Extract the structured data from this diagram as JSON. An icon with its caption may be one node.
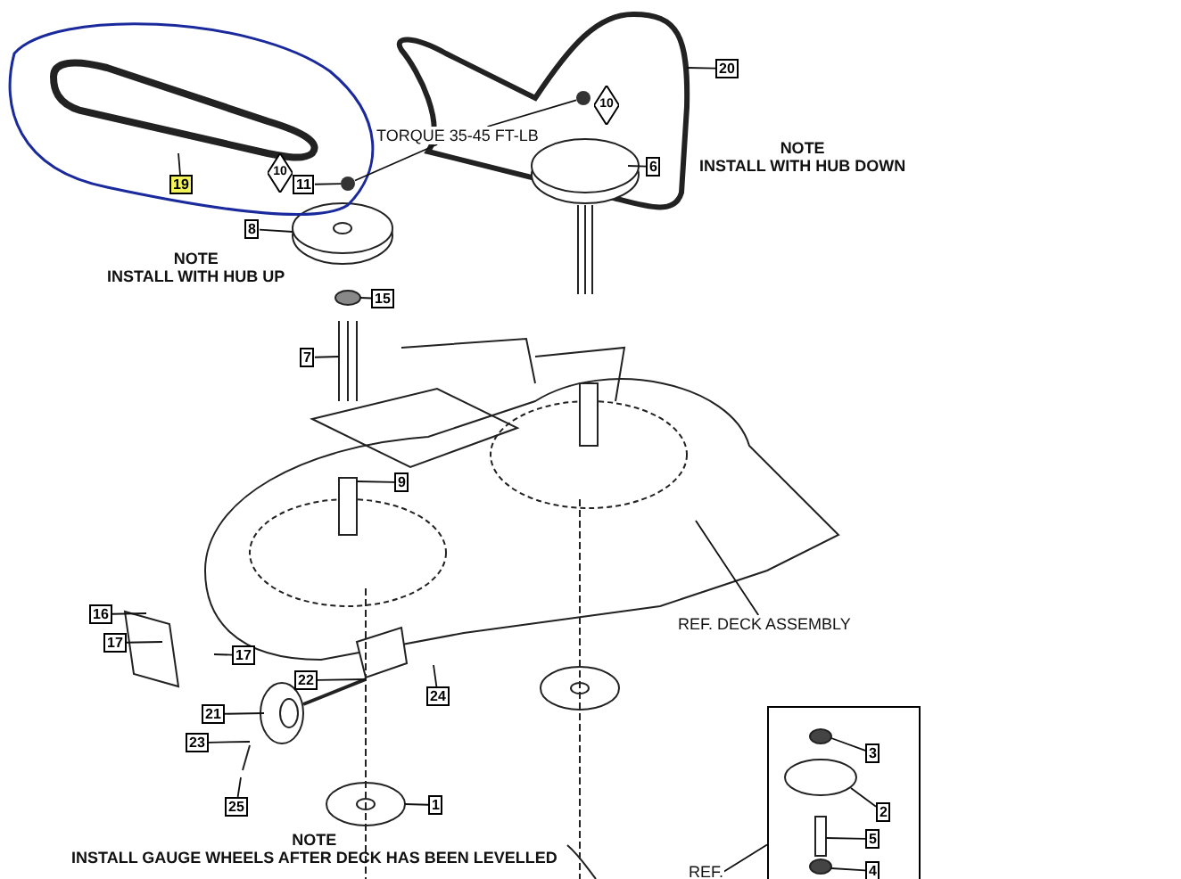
{
  "diagram": {
    "nodes": [
      {
        "text": [
          "19"
        ]
      },
      {
        "text": [
          "10"
        ]
      },
      {
        "text": [
          "11"
        ]
      },
      {
        "text": [
          "TORQUE 35-45 FT-LB"
        ]
      },
      {
        "text": [
          "8"
        ]
      },
      {
        "text": [
          "15"
        ]
      },
      {
        "text": [
          "7"
        ]
      },
      {
        "text": [
          "9"
        ]
      },
      {
        "text": [
          "10"
        ]
      },
      {
        "text": [
          "6"
        ]
      },
      {
        "text": [
          "20"
        ]
      },
      {
        "text": [
          "16"
        ]
      },
      {
        "text": [
          "17"
        ]
      },
      {
        "text": [
          "17"
        ]
      },
      {
        "text": [
          "22"
        ]
      },
      {
        "text": [
          "24"
        ]
      },
      {
        "text": [
          "21"
        ]
      },
      {
        "text": [
          "23"
        ]
      },
      {
        "text": [
          "25"
        ]
      },
      {
        "text": [
          "1"
        ]
      },
      {
        "text": [
          "REF. DECK ASSEMBLY"
        ]
      },
      {
        "text": [
          "REF."
        ]
      },
      {
        "text": [],
        "shape": "box"
      },
      {
        "text": [
          "3"
        ],
        "in": 22
      },
      {
        "text": [
          "2"
        ],
        "in": 22
      },
      {
        "text": [
          "5"
        ],
        "in": 22
      },
      {
        "text": [
          "4"
        ],
        "in": 22
      },
      {
        "text": [],
        "shape": "circle"
      },
      {
        "text": [],
        "shape": "circle"
      }
    ],
    "edges": [
      {
        "from": 0,
        "to": null,
        "arrow": "none"
      },
      {
        "from": 2,
        "to": 27,
        "arrow": "none"
      },
      {
        "from": 3,
        "to": 27,
        "arrow": "none"
      },
      {
        "from": 3,
        "to": 28,
        "arrow": "none"
      },
      {
        "from": 4,
        "to": null,
        "arrow": "none"
      },
      {
        "from": 5,
        "to": null,
        "arrow": "none"
      },
      {
        "from": 6,
        "to": null,
        "arrow": "none"
      },
      {
        "from": 7,
        "to": null,
        "arrow": "none"
      },
      {
        "from": 9,
        "to": null,
        "arrow": "none"
      },
      {
        "from": 10,
        "to": null,
        "arrow": "none"
      },
      {
        "from": 11,
        "to": null,
        "arrow": "none"
      },
      {
        "from": 12,
        "to": null,
        "arrow": "none"
      },
      {
        "from": 13,
        "to": null,
        "arrow": "none"
      },
      {
        "from": 14,
        "to": null,
        "arrow": "none"
      },
      {
        "from": 15,
        "to": null,
        "arrow": "none"
      },
      {
        "from": 16,
        "to": null,
        "arrow": "none"
      },
      {
        "from": 17,
        "to": null,
        "arrow": "none"
      },
      {
        "from": 18,
        "to": null,
        "arrow": "none"
      },
      {
        "from": 19,
        "to": null,
        "arrow": "none"
      },
      {
        "from": 20,
        "to": null,
        "arrow": "none"
      },
      {
        "from": 21,
        "to": 22,
        "arrow": "none"
      },
      {
        "from": 23,
        "to": null,
        "arrow": "none"
      },
      {
        "from": 24,
        "to": null,
        "arrow": "none"
      },
      {
        "from": 25,
        "to": null,
        "arrow": "none"
      },
      {
        "from": 26,
        "to": null,
        "arrow": "none"
      }
    ],
    "labels": [
      "NOTE",
      "INSTALL WITH HUB UP",
      "NOTE",
      "INSTALL WITH HUB DOWN",
      "NOTE",
      "INSTALL GAUGE WHEELS AFTER DECK HAS BEEN LEVELLED"
    ]
  }
}
